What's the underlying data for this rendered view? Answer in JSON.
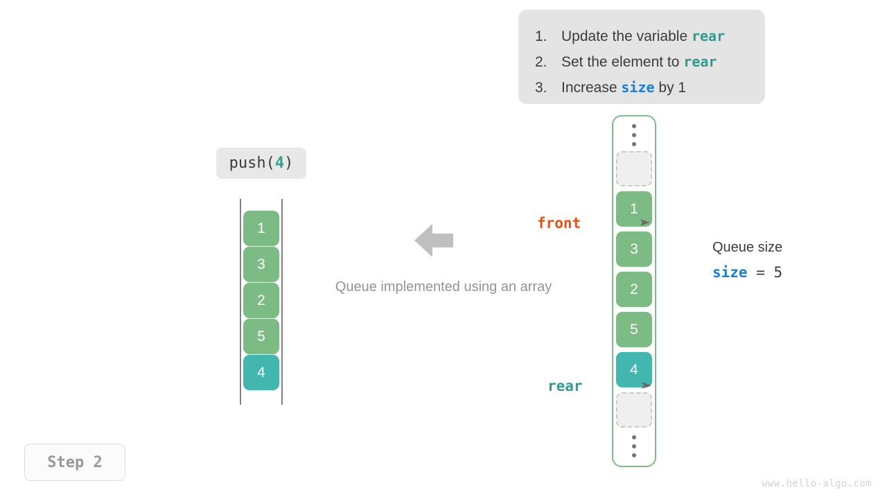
{
  "instructions": {
    "items": [
      {
        "num": "1.",
        "pre": "Update the variable ",
        "kw": "rear",
        "kw_kind": "rear",
        "post": ""
      },
      {
        "num": "2.",
        "pre": "Set the element to ",
        "kw": "rear",
        "kw_kind": "rear",
        "post": ""
      },
      {
        "num": "3.",
        "pre": "Increase ",
        "kw": "size",
        "kw_kind": "size",
        "post": " by 1"
      }
    ]
  },
  "operation": {
    "name": "push(",
    "arg": "4",
    "close": ")"
  },
  "left_queue": {
    "cells": [
      "1",
      "3",
      "2",
      "5",
      "4"
    ],
    "highlight_index": 4
  },
  "caption": "Queue implemented using an array",
  "array": {
    "top_dots": "vertical-ellipsis",
    "bottom_dots": "vertical-ellipsis",
    "cells": [
      {
        "value": "",
        "kind": "empty"
      },
      {
        "value": "1",
        "kind": "green"
      },
      {
        "value": "3",
        "kind": "green"
      },
      {
        "value": "2",
        "kind": "green"
      },
      {
        "value": "5",
        "kind": "green"
      },
      {
        "value": "4",
        "kind": "teal"
      },
      {
        "value": "",
        "kind": "empty"
      }
    ]
  },
  "pointers": {
    "front": {
      "label": "front",
      "marker": "➤"
    },
    "rear": {
      "label": "rear",
      "marker": "➤"
    }
  },
  "size_readout": {
    "title": "Queue size",
    "var": "size",
    "equals": " = ",
    "value": "5"
  },
  "step_badge": "Step 2",
  "watermark": "www.hello-algo.com",
  "colors": {
    "green": "#7cbb83",
    "teal": "#41b7b0",
    "front": "#e8500f",
    "rear": "#2f9e8f",
    "size": "#1a7fd4",
    "container_border": "#7ebb88",
    "callout_bg": "#e4e4e4",
    "arrow": "#bfbfbf"
  }
}
